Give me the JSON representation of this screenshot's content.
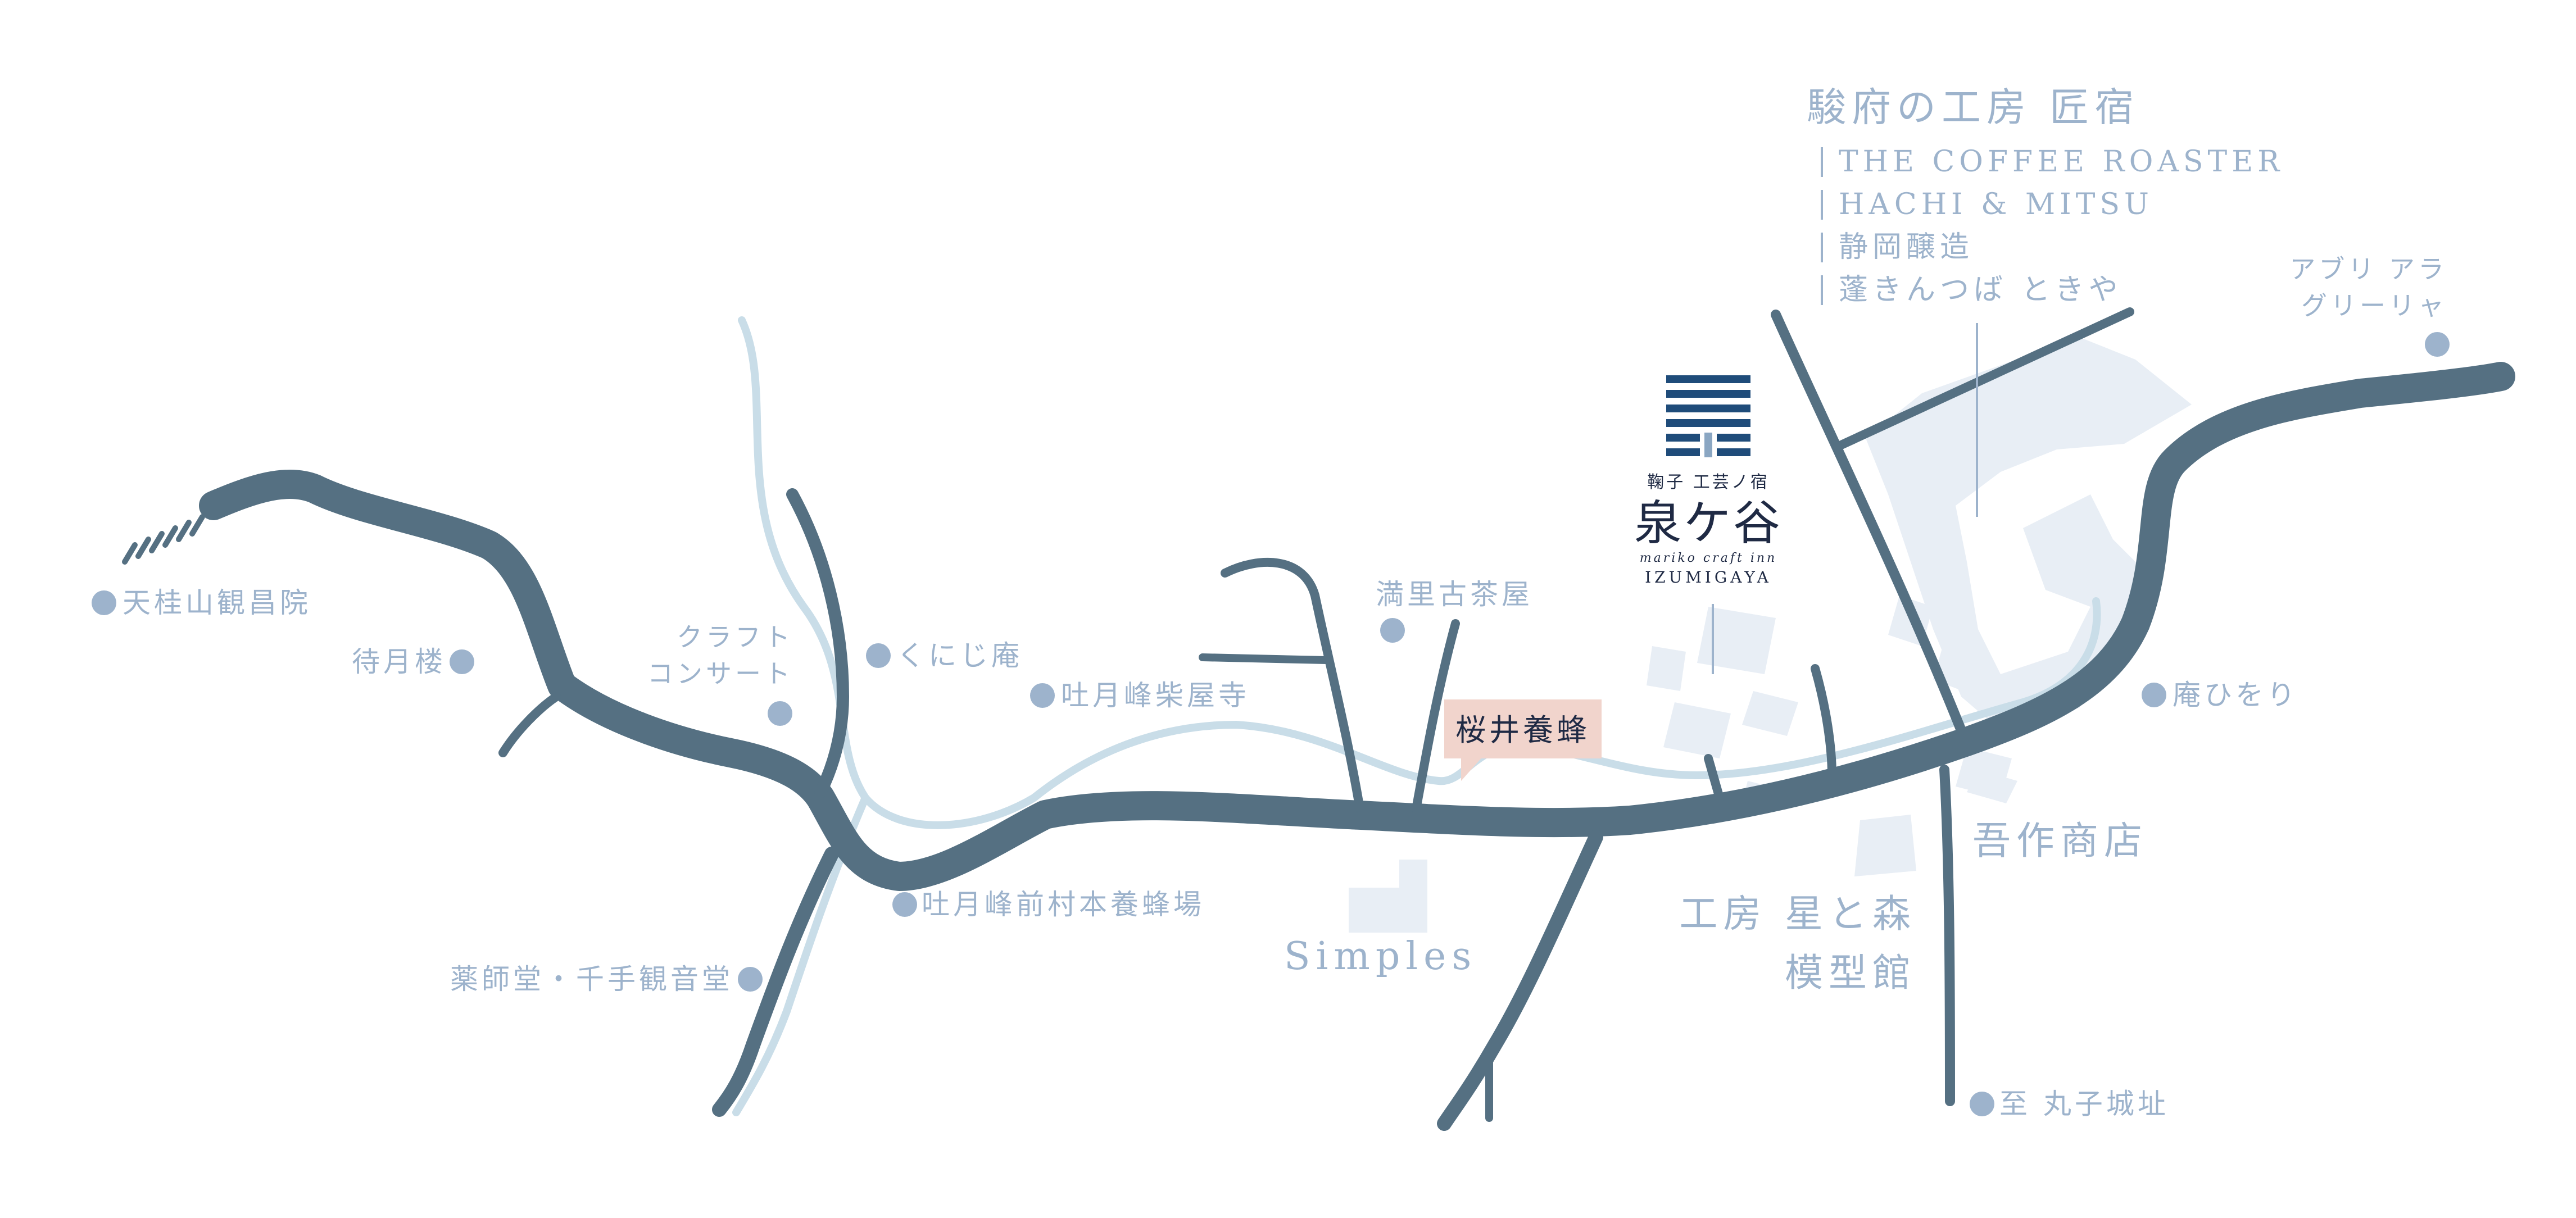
{
  "colors": {
    "road": "#557082",
    "river": "#c9dde8",
    "building": "#e8eef5",
    "label": "#9db3cc",
    "highlight_bg": "#f1d4cc",
    "highlight_text": "#1f2a44",
    "logo": "#1f4c7a"
  },
  "logo": {
    "line1": "鞠子 工芸ノ宿",
    "name": "泉ケ谷",
    "line2": "mariko craft inn",
    "romaji": "IZUMIGAYA"
  },
  "highlight": {
    "label": "桜井養蜂"
  },
  "labels": {
    "tenkei": "天桂山観昌院",
    "taigetsuro": "待月楼",
    "craft_line1": "クラフト",
    "craft_line2": "コンサート",
    "kunijian": "くにじ庵",
    "saiokuji": "吐月峰柴屋寺",
    "mansato": "満里古茶屋",
    "beekeeping": "吐月峰前村本養蜂場",
    "yakushido": "薬師堂・千手観音堂",
    "simples": "Simples",
    "hoshitomori_line1": "工房 星と森",
    "hoshitomori_line2": "模型館",
    "gosaku": "吾作商店",
    "anhiwori": "庵ひをり",
    "maruko": "至 丸子城址",
    "abri_line1": "アブリ アラ",
    "abri_line2": "グリーリャ"
  },
  "sumpu": {
    "title": "駿府の工房 匠宿",
    "items": [
      "THE COFFEE ROASTER",
      "HACHI & MITSU",
      "静岡醸造",
      "蓬きんつば ときや"
    ]
  }
}
